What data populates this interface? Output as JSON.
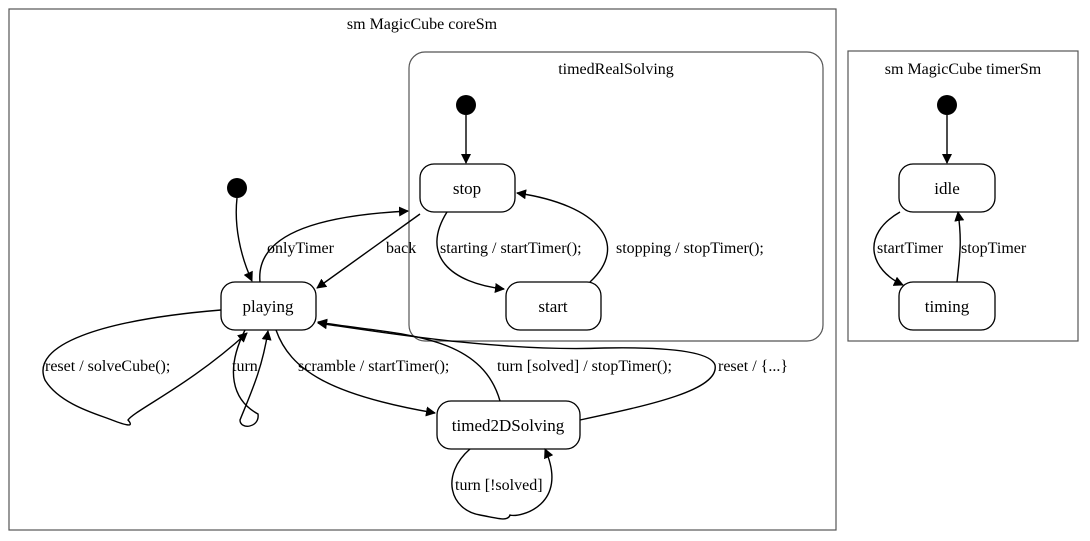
{
  "diagram": {
    "frames": {
      "core": {
        "title": "sm MagicCube coreSm"
      },
      "timer": {
        "title": "sm MagicCube timerSm"
      }
    },
    "composite": {
      "name": "timedRealSolving"
    },
    "states": {
      "stop": "stop",
      "start": "start",
      "playing": "playing",
      "timed2DSolving": "timed2DSolving",
      "idle": "idle",
      "timing": "timing"
    },
    "transitions": {
      "only_timer": "onlyTimer",
      "back": "back",
      "starting": "starting / startTimer();",
      "stopping": "stopping / stopTimer();",
      "reset_solve": "reset / solveCube();",
      "turn": "turn",
      "scramble": "scramble / startTimer();",
      "turn_solved": "turn [solved] / stopTimer();",
      "reset_other": "reset / {...}",
      "turn_not_solved": "turn [!solved]",
      "start_timer": "startTimer",
      "stop_timer": "stopTimer"
    }
  }
}
